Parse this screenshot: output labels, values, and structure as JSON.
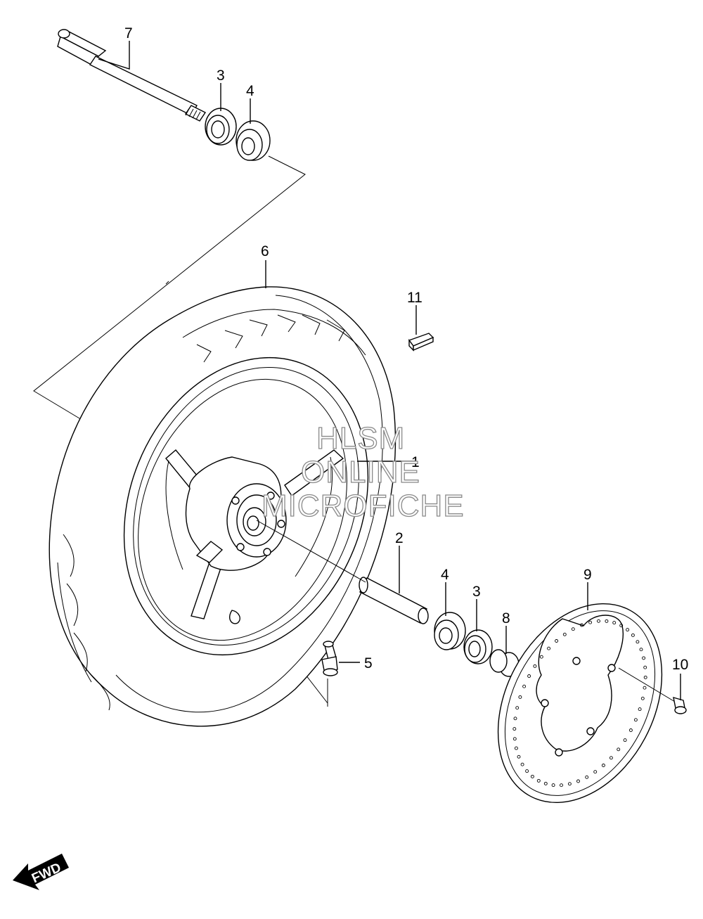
{
  "callouts": {
    "c1": "1",
    "c2": "2",
    "c3a": "3",
    "c3b": "3",
    "c4a": "4",
    "c4b": "4",
    "c5": "5",
    "c6": "6",
    "c7": "7",
    "c8": "8",
    "c9": "9",
    "c10": "10",
    "c11": "11"
  },
  "watermark": {
    "line1": "HLSM",
    "line2": "ONLINE",
    "line3": "MICROFICHE"
  },
  "direction_arrow": {
    "label": "FWD"
  }
}
